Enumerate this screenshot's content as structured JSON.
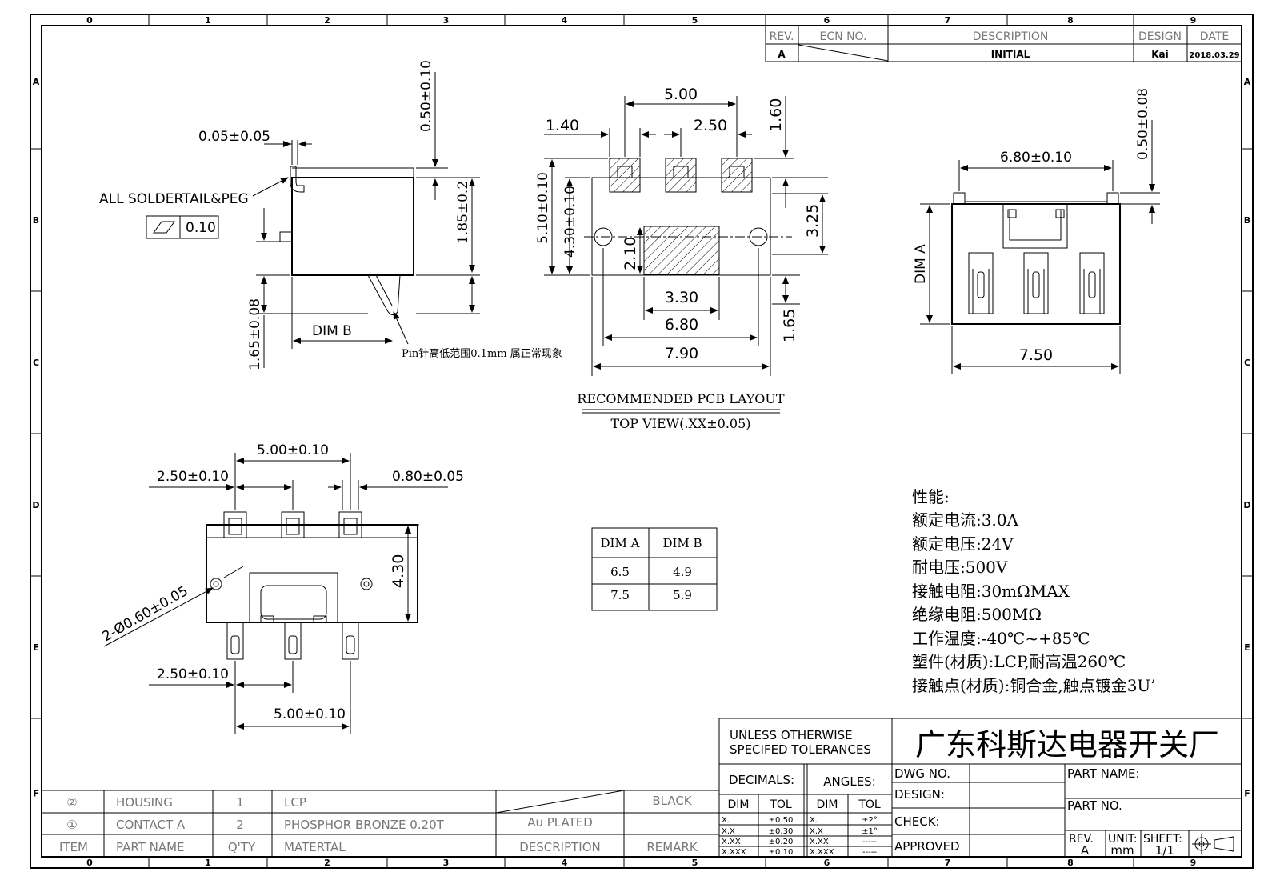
{
  "border": {
    "top_zones": [
      "0",
      "1",
      "2",
      "3",
      "4",
      "5",
      "6",
      "7",
      "8",
      "9"
    ],
    "bottom_zones": [
      "0",
      "1",
      "2",
      "3",
      "4",
      "5",
      "6",
      "7",
      "8",
      "9"
    ],
    "row_zones": [
      "A",
      "B",
      "C",
      "D",
      "E",
      "F"
    ]
  },
  "revision_block": {
    "headers": {
      "rev": "REV.",
      "ecn": "ECN NO.",
      "description": "DESCRIPTION",
      "design": "DESIGN",
      "date": "DATE"
    },
    "row": {
      "rev": "A",
      "description": "INITIAL",
      "design": "Kai",
      "date": "2018.03.29"
    }
  },
  "side_view": {
    "dim_top_thickness": "0.50±0.10",
    "dim_offset": "0.05±0.05",
    "note": "ALL SOLDERTAIL&PEG",
    "flatness_value": "0.10",
    "dim_height": "1.85±0.2",
    "dim_pin_height": "1.65±0.08",
    "dim_b_label": "DIM B",
    "pin_note": "Pin针高低范围0.1mm  属正常现象"
  },
  "pcb_layout": {
    "dims": {
      "d500": "5.00",
      "d140": "1.40",
      "d250": "2.50",
      "d160": "1.60",
      "d510": "5.10±0.10",
      "d430": "4.30±0.10",
      "d325": "3.25",
      "d210": "2.10",
      "d330": "3.30",
      "d680": "6.80",
      "d165": "1.65",
      "d790": "7.90"
    },
    "title": "RECOMMENDED PCB LAYOUT",
    "subtitle": "TOP VIEW(.XX±0.05)"
  },
  "front_view": {
    "dim_width": "6.80±0.10",
    "dim_top": "0.50±0.08",
    "dim_a_label": "DIM A",
    "dim_bottom": "7.50"
  },
  "bottom_view": {
    "dim_pitch_total": "5.00±0.10",
    "dim_pitch": "2.50±0.10",
    "dim_pin_width": "0.80±0.05",
    "dim_hole": "2-Ø0.60±0.05",
    "dim_height": "4.30",
    "dim_pitch_bottom": "2.50±0.10",
    "dim_total_bottom": "5.00±0.10"
  },
  "dim_table": {
    "headers": [
      "DIM A",
      "DIM B"
    ],
    "rows": [
      [
        "6.5",
        "4.9"
      ],
      [
        "7.5",
        "5.9"
      ]
    ]
  },
  "specs": {
    "title": "性能:",
    "lines": [
      "额定电流:3.0A",
      "额定电压:24V",
      "耐电压:500V",
      "接触电阻:30mΩMAX",
      "绝缘电阻:500MΩ",
      "工作温度:-40℃~+85℃",
      "塑件(材质):LCP,耐高温260℃",
      "接触点(材质):铜合金,触点镀金3U’"
    ]
  },
  "bom": {
    "rows": [
      {
        "item": "②",
        "part_name": "HOUSING",
        "qty": "1",
        "material": "LCP",
        "description": "",
        "remark": "BLACK"
      },
      {
        "item": "①",
        "part_name": "CONTACT A",
        "qty": "2",
        "material": "PHOSPHOR BRONZE 0.20T",
        "description": "Au PLATED",
        "remark": ""
      }
    ],
    "headers": {
      "item": "ITEM",
      "part_name": "PART NAME",
      "qty": "Q'TY",
      "material": "MATERTAL",
      "description": "DESCRIPTION",
      "remark": "REMARK"
    }
  },
  "tolerances": {
    "title_line1": "UNLESS OTHERWISE",
    "title_line2": "SPECIFED TOLERANCES",
    "decimals": "DECIMALS:",
    "angles": "ANGLES:",
    "dim": "DIM",
    "tol": "TOL",
    "decimal_rows": [
      [
        "X.",
        "±0.50"
      ],
      [
        "X.X",
        "±0.30"
      ],
      [
        "X.XX",
        "±0.20"
      ],
      [
        "X.XXX",
        "±0.10"
      ]
    ],
    "angle_rows": [
      [
        "X.",
        "±2°"
      ],
      [
        "X.X",
        "±1°"
      ],
      [
        "X.XX",
        "-----"
      ],
      [
        "X.XXX",
        "-----"
      ]
    ]
  },
  "title_block": {
    "company": "广东科斯达电器开关厂",
    "dwg_no": "DWG NO.",
    "design": "DESIGN:",
    "check": "CHECK:",
    "approved": "APPROVED",
    "part_name": "PART NAME:",
    "part_no": "PART NO.",
    "rev_label": "REV.",
    "rev_value": "A",
    "unit_label": "UNIT:",
    "unit_value": "mm",
    "sheet_label": "SHEET:",
    "sheet_value": "1/1"
  }
}
